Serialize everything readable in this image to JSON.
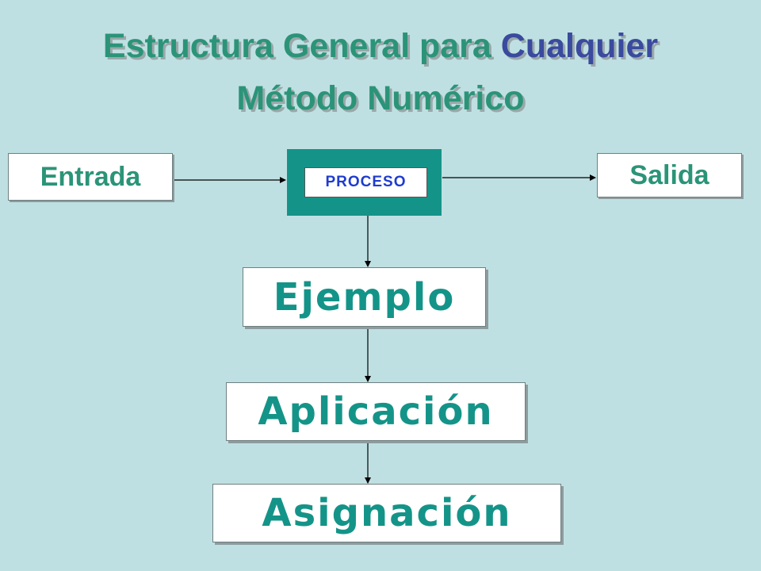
{
  "title": {
    "line1_part1": "Estructura General para",
    "line1_part2": "Cualquier",
    "line2": "Método Numérico"
  },
  "diagram": {
    "input_label": "Entrada",
    "process_label": "PROCESO",
    "output_label": "Salida",
    "steps": [
      "Ejemplo",
      "Aplicación",
      "Asignación"
    ]
  },
  "colors": {
    "background": "#bfe0e2",
    "title_teal": "#2b9478",
    "title_purple": "#3a4a9e",
    "process_fill": "#149488",
    "process_text": "#1f3bd0",
    "step_text": "#149488"
  }
}
